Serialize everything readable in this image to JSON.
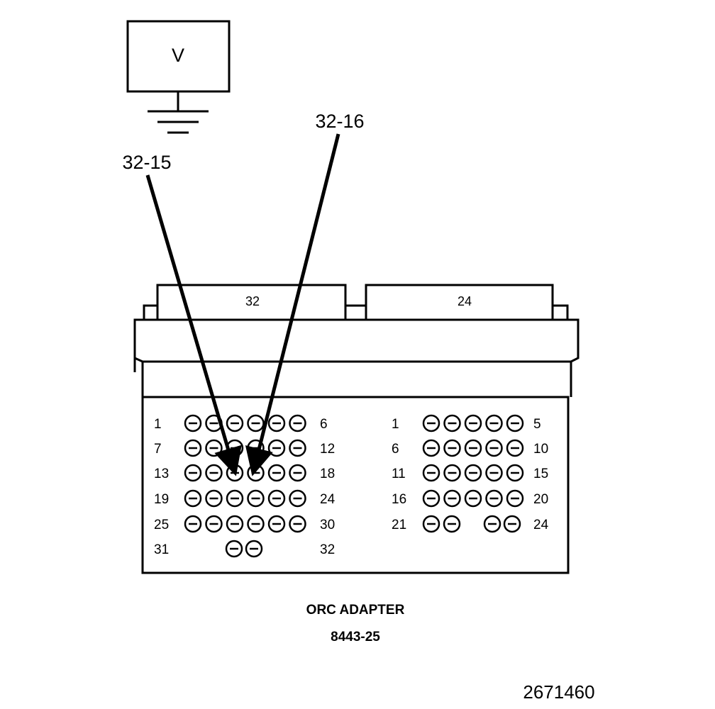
{
  "meter": {
    "label": "V"
  },
  "probes": [
    {
      "label": "32-15",
      "target_pin": 15
    },
    {
      "label": "32-16",
      "target_pin": 16
    }
  ],
  "connectors": [
    {
      "header": "32",
      "rows": [
        {
          "left": "1",
          "right": "6",
          "pins": 6
        },
        {
          "left": "7",
          "right": "12",
          "pins": 6
        },
        {
          "left": "13",
          "right": "18",
          "pins": 6
        },
        {
          "left": "19",
          "right": "24",
          "pins": 6
        },
        {
          "left": "25",
          "right": "30",
          "pins": 6
        },
        {
          "left": "31",
          "right": "32",
          "pins": 2
        }
      ]
    },
    {
      "header": "24",
      "rows": [
        {
          "left": "1",
          "right": "5",
          "pins": 5
        },
        {
          "left": "6",
          "right": "10",
          "pins": 5
        },
        {
          "left": "11",
          "right": "15",
          "pins": 5
        },
        {
          "left": "16",
          "right": "20",
          "pins": 5
        },
        {
          "left": "21",
          "right": "24",
          "pins": 4
        }
      ]
    }
  ],
  "caption": {
    "title": "ORC ADAPTER",
    "part_number": "8443-25"
  },
  "figure_number": "2671460"
}
